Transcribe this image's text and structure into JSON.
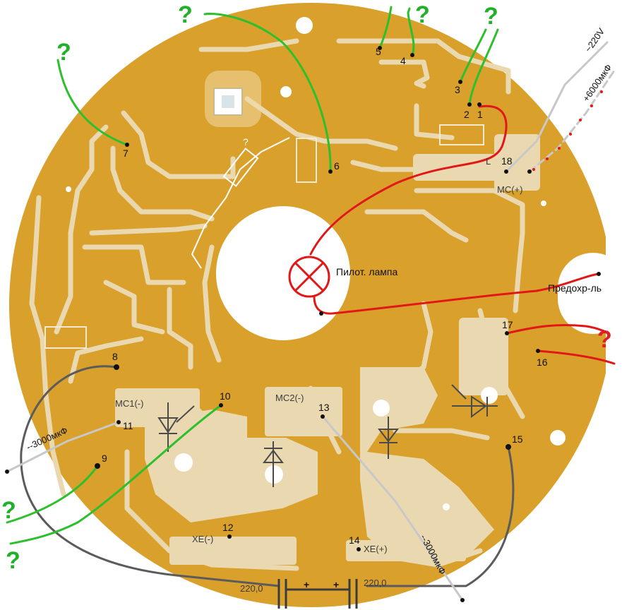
{
  "board": {
    "pcb_color": "#d9a02b",
    "trace_color": "#ead9b0",
    "hole_color": "#ffffff"
  },
  "wire_colors": {
    "green": "#2dbf2d",
    "red": "#e01818",
    "dark_gray": "#5b5b5b",
    "light_gray": "#c8c8c8",
    "white": "#ffffff"
  },
  "pins": {
    "p1": "1",
    "p2": "2",
    "p3": "3",
    "p4": "4",
    "p5": "5",
    "p6": "6",
    "p7": "7",
    "p8": "8",
    "p9": "9",
    "p10": "10",
    "p11": "11",
    "p12": "12",
    "p13": "13",
    "p14": "14",
    "p15": "15",
    "p16": "16",
    "p17": "17",
    "p18": "18"
  },
  "labels": {
    "L": "L",
    "mc_plus": "MC(+)",
    "mc1_minus": "MC1(-)",
    "mc2_minus": "MC2(-)",
    "xe_minus": "XE(-)",
    "xe_plus": "XE(+)",
    "pilot_lamp": "Пилот. лампа",
    "fuse": "Предохр-ль",
    "cap_3000_left": "--3000мкФ",
    "cap_3000_bottom": "--3000мкФ",
    "v220": "~220V",
    "cap_6000": "+6000мкФ",
    "cap_220_left": "220,0",
    "cap_220_right": "220,0",
    "plus": "+",
    "question": "?"
  }
}
